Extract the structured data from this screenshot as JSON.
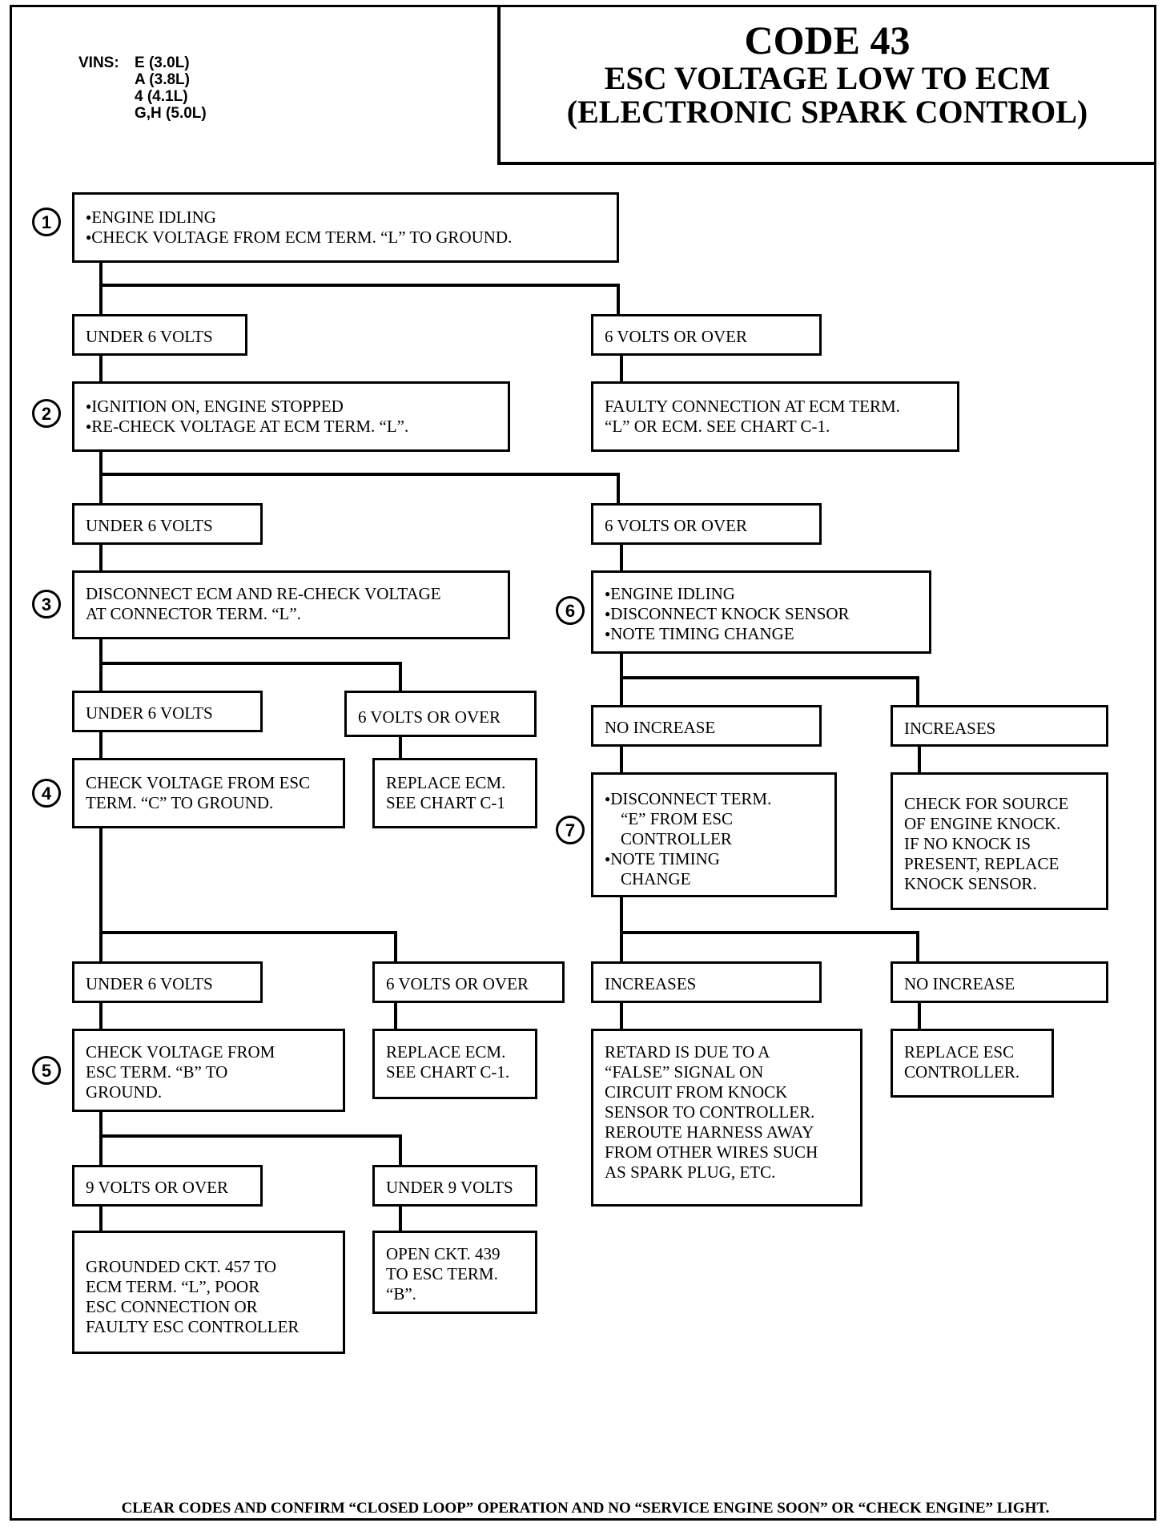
{
  "header": {
    "code": "CODE 43",
    "title_line1": "ESC VOLTAGE LOW TO ECM",
    "title_line2": "(ELECTRONIC SPARK CONTROL)"
  },
  "vins": {
    "label": "VINS:",
    "entries": [
      "E (3.0L)",
      "A (3.8L)",
      "4 (4.1L)",
      "G,H (5.0L)"
    ]
  },
  "steps": {
    "s1": {
      "num": "1",
      "bullets": [
        "ENGINE IDLING",
        "CHECK VOLTAGE FROM ECM TERM. “L” TO GROUND."
      ]
    },
    "s2": {
      "num": "2",
      "bullets": [
        "IGNITION ON, ENGINE STOPPED",
        "RE-CHECK VOLTAGE AT ECM TERM. “L”."
      ]
    },
    "s3": {
      "num": "3",
      "lines": [
        "DISCONNECT ECM AND RE-CHECK VOLTAGE",
        "AT CONNECTOR TERM. “L”."
      ]
    },
    "s4": {
      "num": "4",
      "lines": [
        "CHECK VOLTAGE FROM ESC",
        "TERM. “C” TO GROUND."
      ]
    },
    "s5": {
      "num": "5",
      "lines": [
        "CHECK VOLTAGE FROM",
        "ESC TERM. “B” TO",
        "GROUND."
      ]
    },
    "s6": {
      "num": "6",
      "bullets": [
        "ENGINE IDLING",
        "DISCONNECT KNOCK SENSOR",
        "NOTE TIMING CHANGE"
      ]
    },
    "s7": {
      "num": "7",
      "b1": "DISCONNECT TERM.",
      "b1_cont": [
        "“E” FROM ESC",
        "CONTROLLER"
      ],
      "b2": "NOTE TIMING",
      "b2_cont": [
        "CHANGE"
      ]
    }
  },
  "branch_labels": {
    "under6_a": "UNDER 6 VOLTS",
    "over6_a": "6 VOLTS OR OVER",
    "under6_b": "UNDER 6 VOLTS",
    "over6_b": "6 VOLTS OR OVER",
    "under6_c": "UNDER 6 VOLTS",
    "over6_c": "6 VOLTS OR OVER",
    "under6_d": "UNDER 6 VOLTS",
    "over6_d": "6 VOLTS OR OVER",
    "over9": "9 VOLTS OR OVER",
    "under9": "UNDER 9 VOLTS",
    "no_increase_a": "NO INCREASE",
    "increases_a": "INCREASES",
    "increases_b": "INCREASES",
    "no_increase_b": "NO INCREASE"
  },
  "results": {
    "faulty_connection": [
      "FAULTY CONNECTION AT ECM TERM.",
      "“L” OR ECM. SEE CHART C-1."
    ],
    "replace_ecm_a": [
      "REPLACE ECM.",
      "SEE CHART C-1"
    ],
    "replace_ecm_b": [
      "REPLACE ECM.",
      "SEE CHART C-1."
    ],
    "grounded_ckt": [
      "GROUNDED CKT. 457 TO",
      "ECM TERM. “L”, POOR",
      "ESC CONNECTION OR",
      "FAULTY ESC CONTROLLER"
    ],
    "open_ckt": [
      "OPEN CKT. 439",
      "TO ESC TERM.",
      "“B”."
    ],
    "check_knock": [
      "CHECK FOR SOURCE",
      "OF ENGINE KNOCK.",
      "IF NO KNOCK IS",
      "PRESENT, REPLACE",
      "KNOCK SENSOR."
    ],
    "retard_false": [
      "RETARD IS DUE TO A",
      "“FALSE” SIGNAL ON",
      "CIRCUIT FROM KNOCK",
      "SENSOR TO CONTROLLER.",
      "REROUTE HARNESS AWAY",
      "FROM OTHER WIRES SUCH",
      "AS SPARK PLUG, ETC."
    ],
    "replace_esc": [
      "REPLACE ESC",
      "CONTROLLER."
    ]
  },
  "footer": "CLEAR CODES AND CONFIRM “CLOSED LOOP” OPERATION AND NO “SERVICE ENGINE SOON” OR “CHECK ENGINE” LIGHT."
}
